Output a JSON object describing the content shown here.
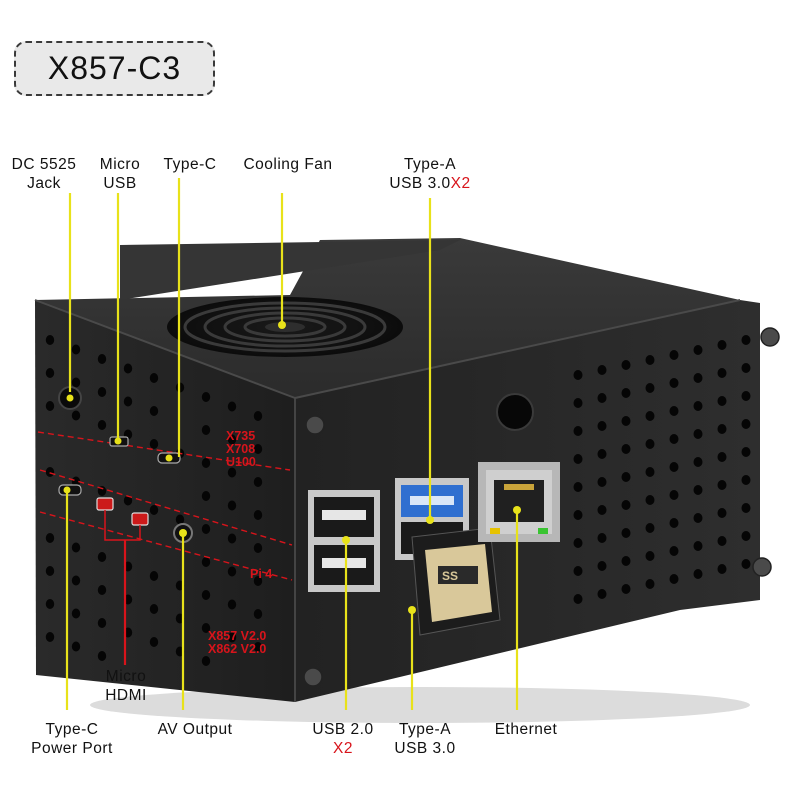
{
  "title": "X857-C3",
  "callouts": {
    "dc_jack": {
      "line1": "DC 5525",
      "line2": "Jack"
    },
    "micro_usb": {
      "line1": "Micro",
      "line2": "USB"
    },
    "type_c_top": {
      "line1": "Type-C"
    },
    "cooling_fan": {
      "line1": "Cooling Fan"
    },
    "type_a_top": {
      "line1": "Type-A",
      "line2": "USB 3.0",
      "line2_em": "X2"
    },
    "micro_hdmi": {
      "line1": "Micro",
      "line2": "HDMI"
    },
    "type_c_power": {
      "line1": "Type-C",
      "line2": "Power Port"
    },
    "av_output": {
      "line1": "AV Output"
    },
    "usb2": {
      "line1": "USB 2.0",
      "line2_em": "X2"
    },
    "type_a_bottom": {
      "line1": "Type-A",
      "line2": "USB 3.0"
    },
    "ethernet": {
      "line1": "Ethernet"
    }
  },
  "board_labels": {
    "top_board": [
      "X735",
      "X708",
      "U100"
    ],
    "pi": "Pi 4",
    "bottom_board": [
      "X857 V2.0",
      "X862 V2.0"
    ]
  },
  "usb_stick_label": "SS",
  "colors": {
    "callout_line": "#e8e21a",
    "red_accent": "#d8141b",
    "case": "#262626",
    "case_dark": "#111111"
  }
}
